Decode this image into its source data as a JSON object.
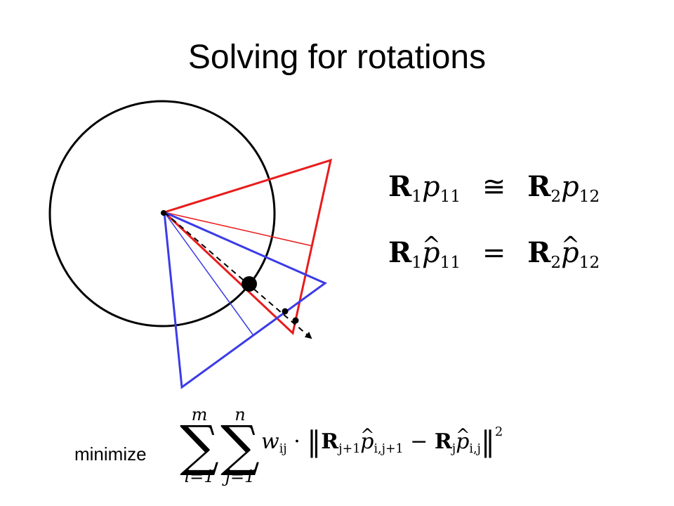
{
  "slide": {
    "title": "Solving for rotations"
  },
  "equations": {
    "eq1": {
      "lhs_matrix": "R",
      "lhs_matrix_sub": "1",
      "lhs_point": "p",
      "lhs_point_sub": "11",
      "relation": "≅",
      "rhs_matrix": "R",
      "rhs_matrix_sub": "2",
      "rhs_point": "p",
      "rhs_point_sub": "12"
    },
    "eq2": {
      "lhs_matrix": "R",
      "lhs_matrix_sub": "1",
      "lhs_point": "p",
      "lhs_point_sub": "11",
      "relation": "=",
      "rhs_matrix": "R",
      "rhs_matrix_sub": "2",
      "rhs_point": "p",
      "rhs_point_sub": "12",
      "hat": "^"
    }
  },
  "objective": {
    "label": "minimize",
    "outer_sum_upper": "m",
    "outer_sum_lower": "i=1",
    "inner_sum_upper": "n",
    "inner_sum_lower": "j=1",
    "sum_symbol": "∑",
    "weight": "w",
    "weight_sub": "ij",
    "dot": "·",
    "norm_open": "‖",
    "term1_matrix": "R",
    "term1_matrix_sub": "j+1",
    "term1_point": "p",
    "term1_point_sub": "i,j+1",
    "minus": "−",
    "term2_matrix": "R",
    "term2_matrix_sub": "j",
    "term2_point": "p",
    "term2_point_sub": "i,j",
    "norm_close": "‖",
    "power": "2",
    "hat": "^"
  },
  "colors": {
    "camera1": "#e81c1c",
    "camera2": "#3b3be8",
    "circle": "#000000",
    "ray": "#000000"
  }
}
